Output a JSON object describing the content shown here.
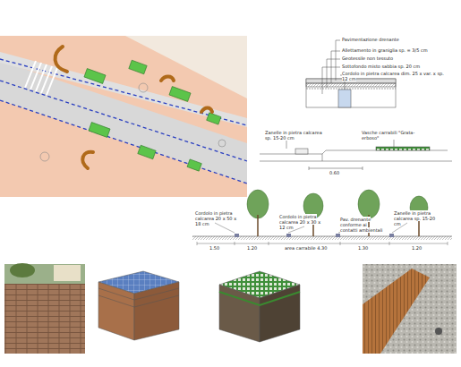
{
  "diagram": {
    "labels": [
      "Pavimentazione drenante",
      "Allettamento in graniglia sp. = 3/5 cm",
      "Geotessile non tessuto",
      "Sottofondo misto sabbia sp. 20 cm",
      "Cordolo in pietra calcarea dim. 25 x var. x sp. 12 cm",
      "Zanelle in pietra calcarea sp. 15-20 cm",
      "Vasche carrabili \"Grata-erboso\"",
      "0.60",
      "Cordolo in pietra calcarea 20 x 50 x 18 cm",
      "Cordolo in pietra calcarea 20 x 30 x 12 cm",
      "Pav. drenante conforme ai contatti ambientali",
      "Zanelle in pietra calcarea sp. 15-20 cm",
      "1.50",
      "1.20",
      "area carrabile 4.30",
      "1.30",
      "1.20"
    ]
  }
}
